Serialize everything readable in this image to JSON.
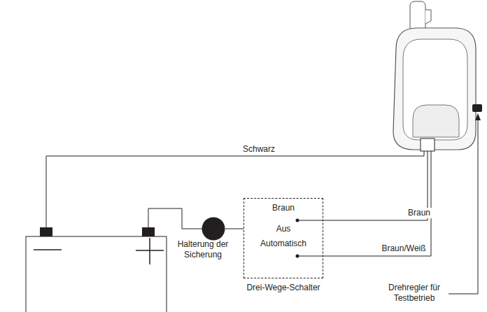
{
  "diagram": {
    "nodes": [
      {
        "text": [
          "Halterung der Sicherung"
        ]
      },
      {
        "text": [
          "Braun",
          "Aus",
          "Automatisch",
          "Drei-Wege-Schalter"
        ]
      }
    ],
    "edges": [
      {
        "from": 0,
        "to": 1,
        "arrow": "none"
      }
    ],
    "labels": [
      "Schwarz",
      "Braun",
      "Braun/Weiß",
      "Drehregler für Testbetrieb"
    ]
  }
}
